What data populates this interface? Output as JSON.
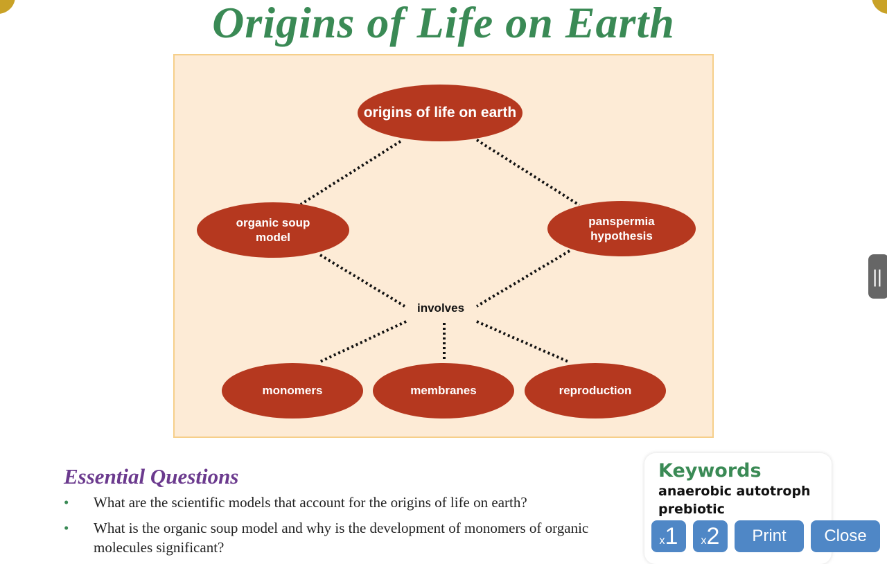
{
  "title": "Origins of Life on Earth",
  "diagram": {
    "root": "origins of life on earth",
    "left": "organic soup model",
    "right": "panspermia hypothesis",
    "connector": "involves",
    "leaves": [
      "monomers",
      "membranes",
      "reproduction"
    ]
  },
  "essential": {
    "heading": "Essential Questions",
    "bullet": "•",
    "questions": [
      "What are the scientific models that account for the origins of life on earth?",
      "What is the organic soup model and why is the development of monomers of organic molecules significant?"
    ]
  },
  "keywords": {
    "heading": "Keywords",
    "items": [
      "anaerobic autotroph",
      "prebiotic"
    ]
  },
  "buttons": {
    "x1_prefix": "x",
    "x1": "1",
    "x2_prefix": "x",
    "x2": "2",
    "print": "Print",
    "close": "Close"
  },
  "handle": "||"
}
